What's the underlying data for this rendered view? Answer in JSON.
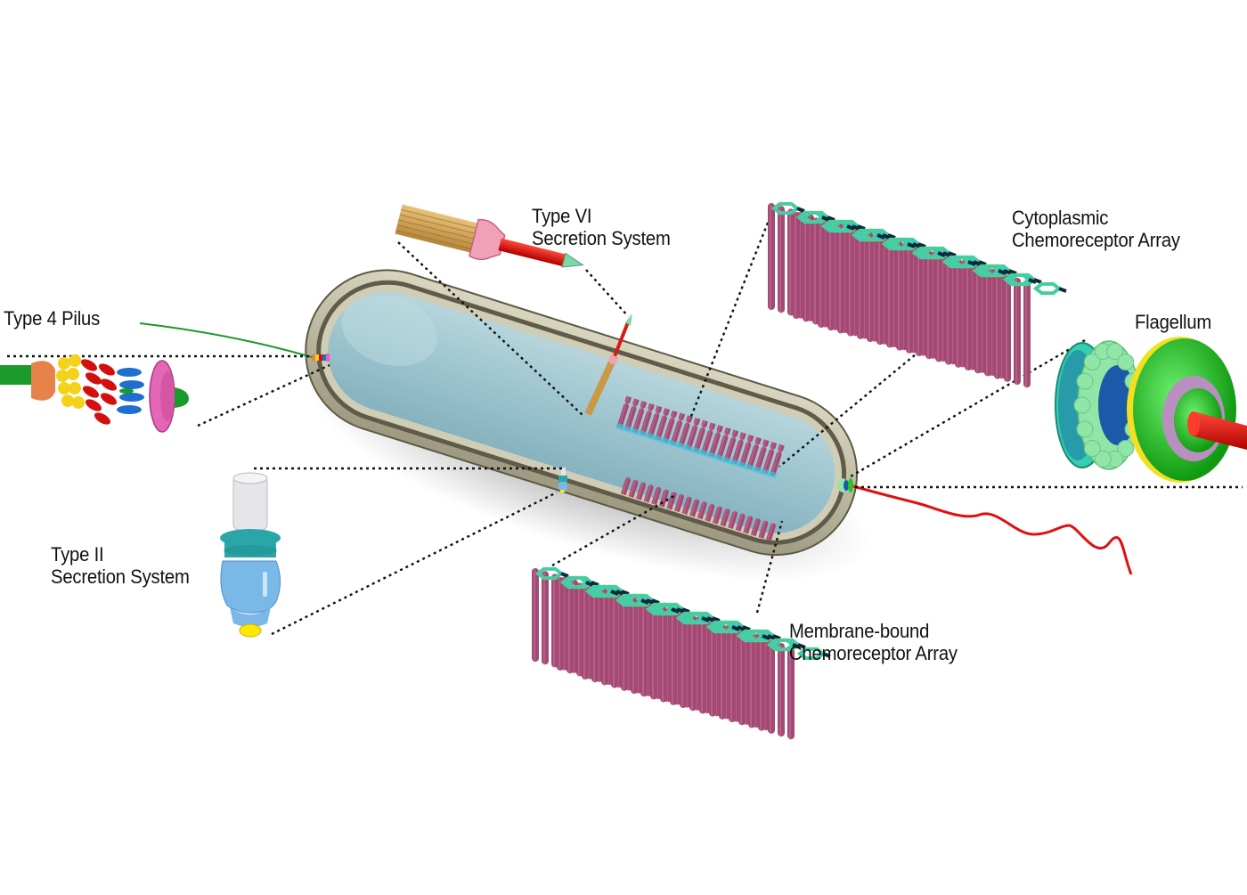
{
  "diagram": {
    "subject": "Bacterial cell with molecular machines",
    "central_object": "cell-body",
    "labels": {
      "type4_pilus": [
        "Type 4 Pilus"
      ],
      "type6_secretion": [
        "Type VI",
        "Secretion System"
      ],
      "cytoplasmic_array": [
        "Cytoplasmic",
        "Chemoreceptor Array"
      ],
      "flagellum": [
        "Flagellum"
      ],
      "type2_secretion": [
        "Type II",
        "Secretion System"
      ],
      "membrane_array": [
        "Membrane-bound",
        "Chemoreceptor Array"
      ]
    },
    "colors": {
      "cytoplasm": "#9cc4cf",
      "membrane": "#c9c6ad",
      "membrane_dark": "#6f6a55",
      "flagellum_filament": "#e01010",
      "pilus_filament": "#1a9a2a",
      "receptor": "#a24a73",
      "receptor_ring_cyan": "#3bc4e0",
      "receptor_ring_green": "#56d85c",
      "t6ss_sheath": "#d3a14a",
      "t6ss_tube": "#d91a1a",
      "t6ss_baseplate": "#f0a0b8",
      "t6ss_tip": "#7fd6a8",
      "t2ss_top": "#e6e6ea",
      "t2ss_mid": "#2aa5a8",
      "t2ss_base": "#7ab8e8",
      "t2ss_foot": "#ffe800",
      "pilus_red": "#d40f0f",
      "pilus_blue": "#1f6fd0",
      "pilus_yellow": "#f4d21a",
      "pilus_orange": "#e6824a",
      "pilus_pink": "#e466b6",
      "flag_green": "#26c626",
      "flag_teal": "#33cfae",
      "flag_mint": "#8fe6a6",
      "flag_blue": "#1a5aa8",
      "flag_orange": "#f09a3a",
      "flag_lilac": "#b98fbf"
    }
  }
}
